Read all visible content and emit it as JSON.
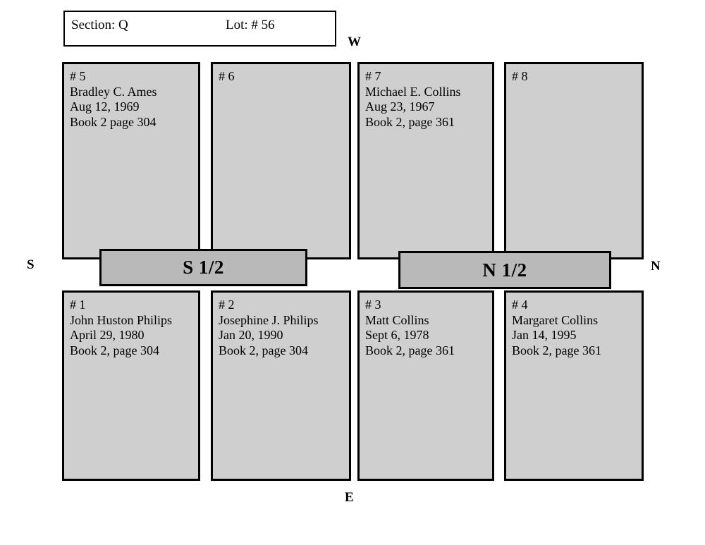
{
  "header": {
    "section_label": "Section: Q",
    "lot_label": "Lot: # 56"
  },
  "compass": {
    "west": "W",
    "south": "S",
    "north": "N",
    "east": "E"
  },
  "banners": {
    "south_half": "S 1/2",
    "north_half": "N 1/2"
  },
  "colors": {
    "plot_fill": "#cfcfcf",
    "banner_fill": "#b9b9b9",
    "outline": "#000000",
    "page_background": "#ffffff"
  },
  "plots": {
    "top_row": [
      {
        "number": "# 5",
        "name": "Bradley C. Ames",
        "date": "Aug 12, 1969",
        "reference": "Book 2 page 304"
      },
      {
        "number": "# 6",
        "name": "",
        "date": "",
        "reference": ""
      },
      {
        "number": "# 7",
        "name": "Michael E. Collins",
        "date": "Aug 23, 1967",
        "reference": "Book 2, page 361"
      },
      {
        "number": "# 8",
        "name": "",
        "date": "",
        "reference": ""
      }
    ],
    "bottom_row": [
      {
        "number": "# 1",
        "name": "John Huston Philips",
        "date": "April 29, 1980",
        "reference": "Book 2, page 304"
      },
      {
        "number": "# 2",
        "name": "Josephine J. Philips",
        "date": "Jan 20, 1990",
        "reference": "Book 2, page 304"
      },
      {
        "number": "# 3",
        "name": "Matt Collins",
        "date": "Sept 6, 1978",
        "reference": "Book 2, page 361"
      },
      {
        "number": "# 4",
        "name": "Margaret Collins",
        "date": "Jan 14, 1995",
        "reference": "Book 2, page 361"
      }
    ]
  }
}
